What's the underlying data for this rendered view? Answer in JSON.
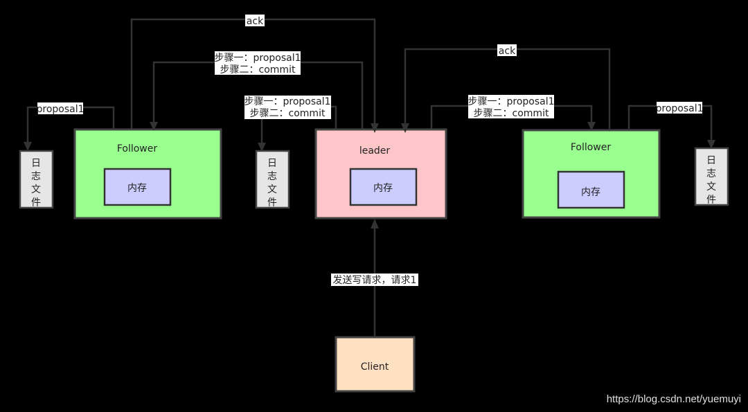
{
  "nodes": {
    "follower_left": {
      "title": "Follower",
      "memory": "内存"
    },
    "leader": {
      "title": "leader",
      "memory": "内存"
    },
    "follower_right": {
      "title": "Follower",
      "memory": "内存"
    },
    "client": {
      "title": "Client"
    },
    "log_left": {
      "label": "日志文件"
    },
    "log_center": {
      "label": "日志文件"
    },
    "log_right": {
      "label": "日志文件"
    }
  },
  "edges": {
    "ack_left": "ack",
    "ack_right": "ack",
    "leader_to_left_step1": "步骤一：proposal1",
    "leader_to_left_step2": "步骤二：commit",
    "leader_log_step1": "步骤一：proposal1",
    "leader_log_step2": "步骤二：commit",
    "leader_to_right_step1": "步骤一：proposal1",
    "leader_to_right_step2": "步骤二：commit",
    "left_log_proposal": "proposal1",
    "right_log_proposal": "proposal1",
    "client_request": "发送写请求，请求1"
  },
  "watermark": "https://blog.csdn.net/yuemuyi",
  "colors": {
    "follower": "#99ff8f",
    "leader": "#ffc6c9",
    "memory": "#ccccff",
    "log": "#e6e6e6",
    "client": "#ffe0c2"
  }
}
